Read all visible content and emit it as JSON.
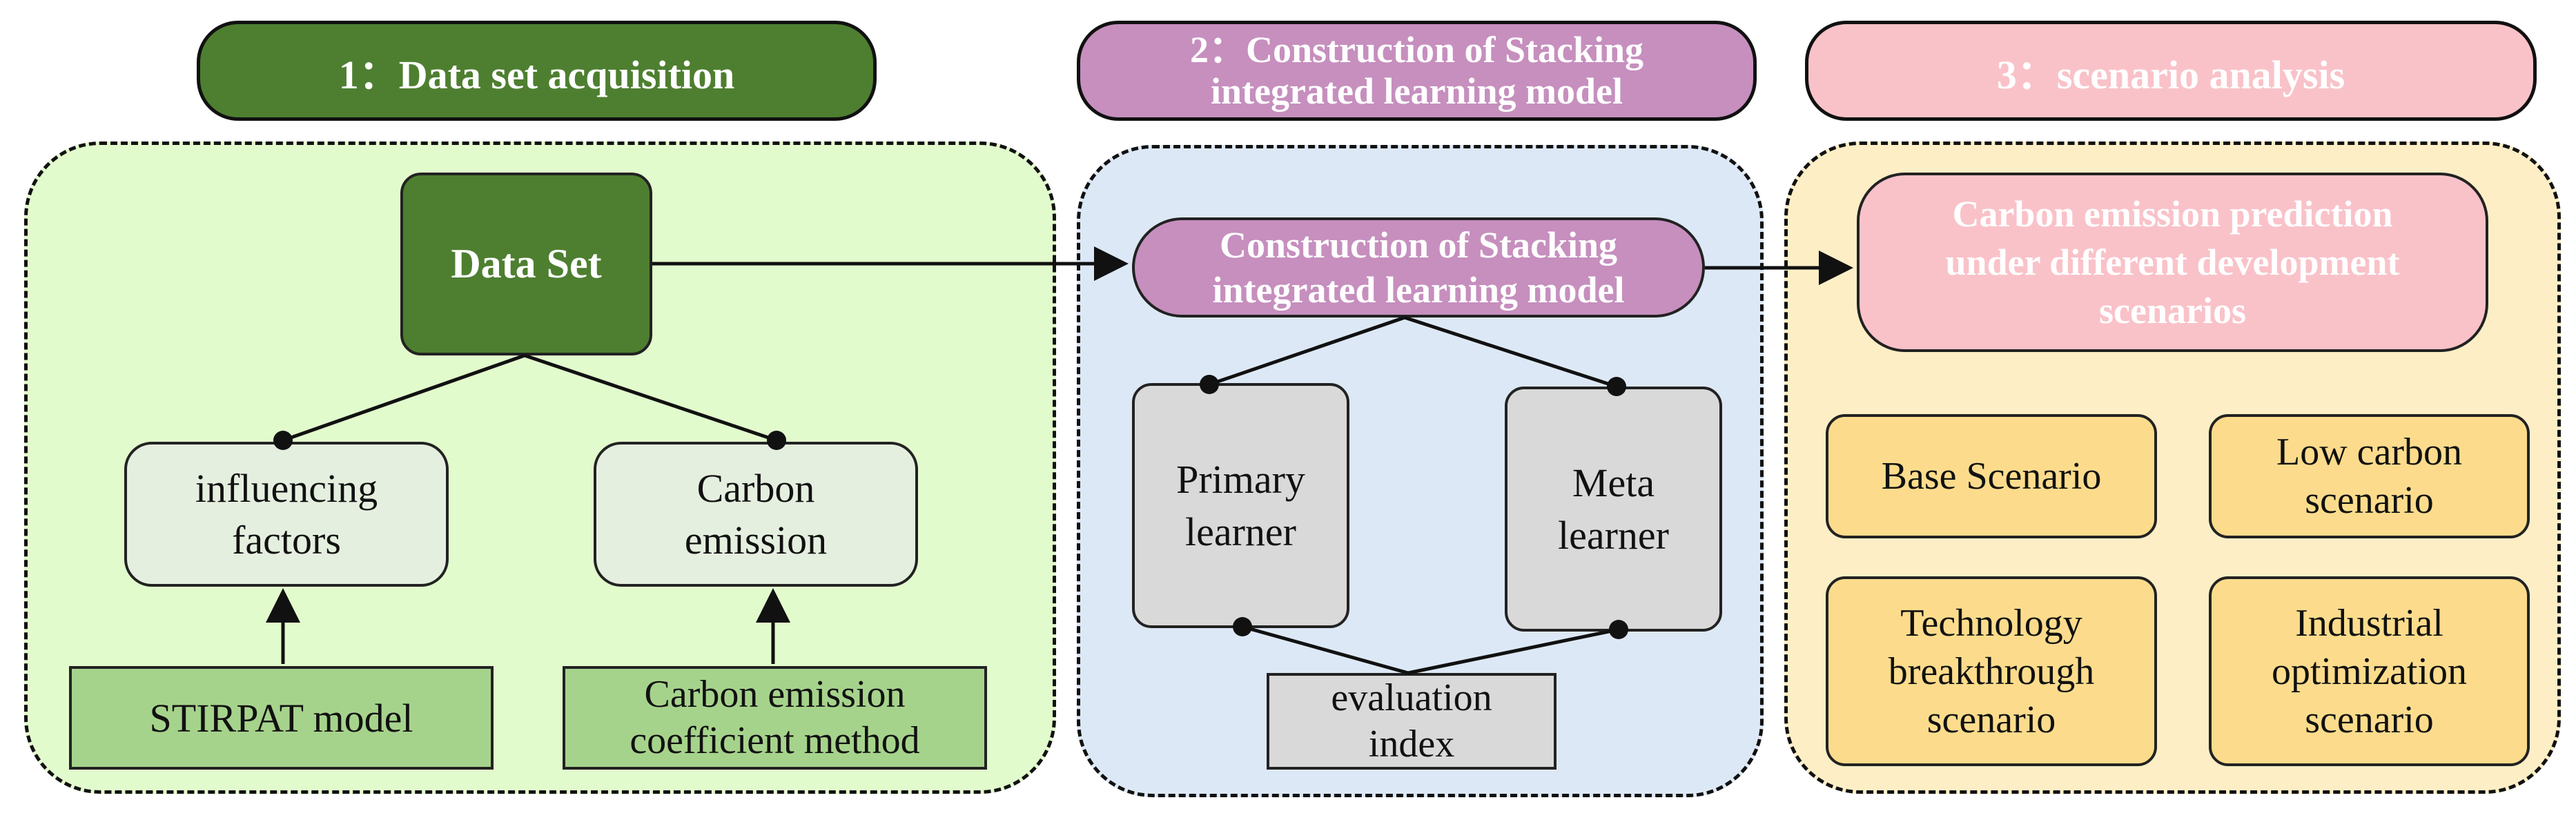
{
  "colors": {
    "green_dark": "#4e7f30",
    "green_panel": "#e2fbcd",
    "green_box": "#a6d38c",
    "green_light_box": "#e5efdf",
    "purple": "#c68fbe",
    "blue_panel": "#dde8f6",
    "gray_box": "#d9d9d9",
    "pink": "#f9c2c9",
    "orange_panel": "#fdeec6",
    "yellow_box": "#fcdc8c"
  },
  "headers": {
    "stage1": "1：Data set acquisition",
    "stage2_line1": "2：Construction of Stacking",
    "stage2_line2": "integrated learning model",
    "stage3": "3：scenario analysis"
  },
  "stage1": {
    "dataset": "Data Set",
    "influencing_line1": "influencing",
    "influencing_line2": "factors",
    "carbon_line1": "Carbon",
    "carbon_line2": "emission",
    "stirpat": "STIRPAT model",
    "coef_line1": "Carbon emission",
    "coef_line2": "coefficient method"
  },
  "stage2": {
    "stacking_line1": "Construction of Stacking",
    "stacking_line2": "integrated learning model",
    "primary_line1": "Primary",
    "primary_line2": "learner",
    "meta_line1": "Meta",
    "meta_line2": "learner",
    "eval_line1": "evaluation",
    "eval_line2": "index"
  },
  "stage3": {
    "prediction_line1": "Carbon emission prediction",
    "prediction_line2": "under different development",
    "prediction_line3": "scenarios",
    "base": "Base Scenario",
    "low_line1": "Low carbon",
    "low_line2": "scenario",
    "tech_line1": "Technology",
    "tech_line2": "breakthrough",
    "tech_line3": "scenario",
    "ind_line1": "Industrial",
    "ind_line2": "optimization",
    "ind_line3": "scenario"
  }
}
